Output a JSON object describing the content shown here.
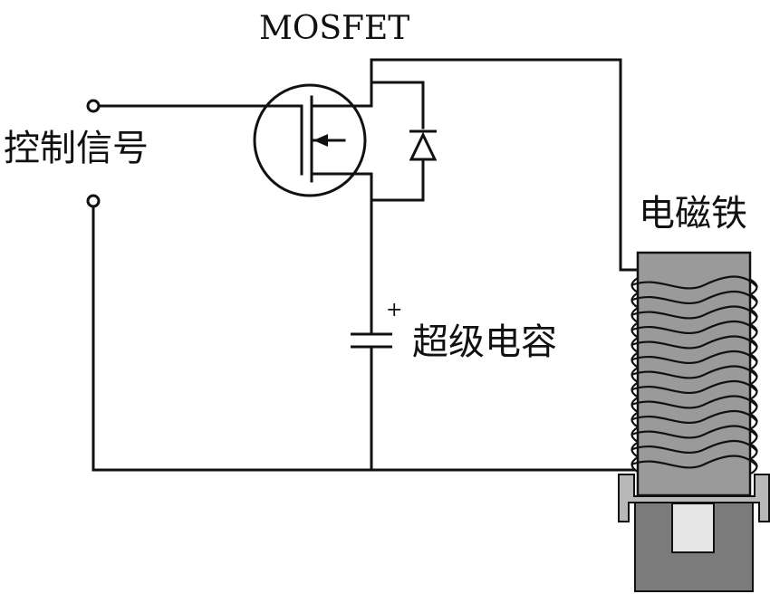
{
  "labels": {
    "mosfet": "MOSFET",
    "control_signal": "控制信号",
    "electromagnet": "电磁铁",
    "supercapacitor": "超级电容",
    "plus_sign": "+"
  },
  "colors": {
    "line": "#111111",
    "coil_core": "#9a9a9a",
    "base_block": "#7b7b7b",
    "frame": "#b8b8b8",
    "inner_window": "#e6e6e6"
  }
}
